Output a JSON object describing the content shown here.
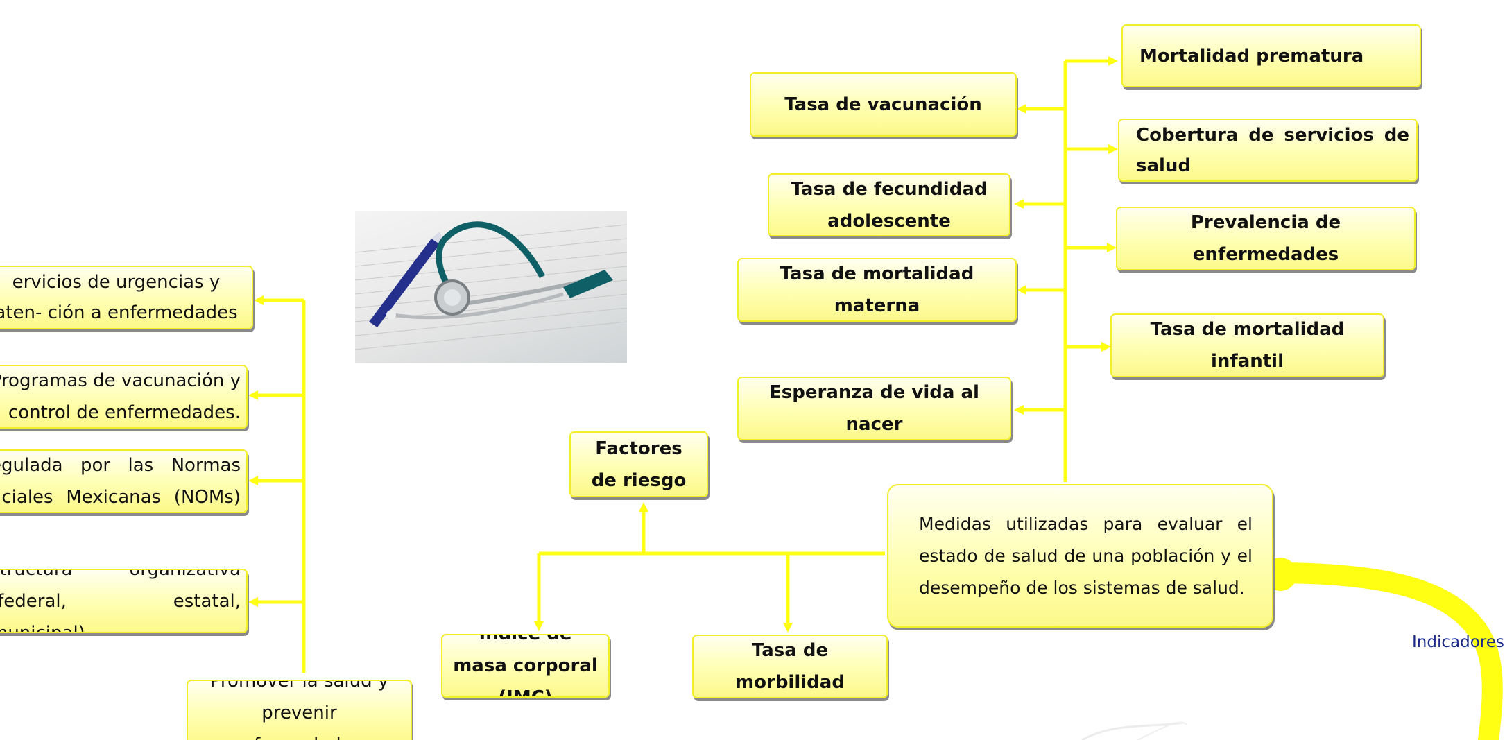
{
  "central": {
    "text": "Medidas utilizadas para evaluar el estado de salud de una población y el desempeño de los sistemas de salud."
  },
  "topic_label": "Indicadores",
  "indicators_right": [
    "Mortalidad prematura",
    "Cobertura de servicios de salud",
    "Prevalencia de enfermedades",
    "Tasa de mortalidad infantil"
  ],
  "indicators_left": [
    "Tasa de vacunación",
    "Tasa de fecundidad adolescente",
    "Tasa de mortalidad materna",
    "Esperanza de vida  al nacer"
  ],
  "risk": {
    "factores": "Factores de riesgo",
    "imc": "Índice de masa corporal (IMC)",
    "morbilidad": "Tasa de morbilidad"
  },
  "system": {
    "urgencias": "ervicios de urgencias y aten- ción a enfermedades",
    "vacunacion": "Programas de vacunación y control de enfermedades.",
    "normas": "egulada por las Normas ficiales Mexicanas (NOMs)",
    "estructura": "structura organizativa (federal, estatal, municipal).",
    "promover": "Promover la salud y prevenir enfermedades."
  },
  "colors": {
    "connector": "#ffff14",
    "node_border": "#f2ee2a",
    "label": "#1c2a8a"
  },
  "image": {
    "subject": "stethoscope-and-pen-on-medical-form"
  }
}
